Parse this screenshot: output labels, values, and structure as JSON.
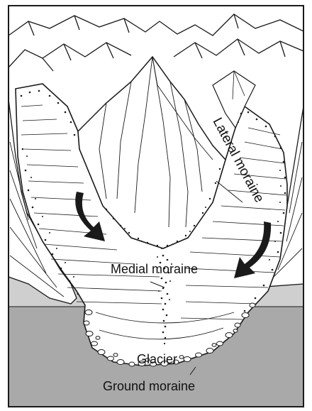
{
  "labels": {
    "lateral_moraine": "Lateral moraine",
    "medial_moraine": "Medial moraine",
    "glacier": "Glacier",
    "ground_moraine": "Ground moraine"
  },
  "colors": {
    "sky": "#ffffff",
    "foreground": "#cfcfcf",
    "ground_band": "#a9a9a9",
    "ice": "#ffffff",
    "line": "#1a1a1a"
  },
  "icons": [
    "flow-arrow-left",
    "flow-arrow-right"
  ]
}
